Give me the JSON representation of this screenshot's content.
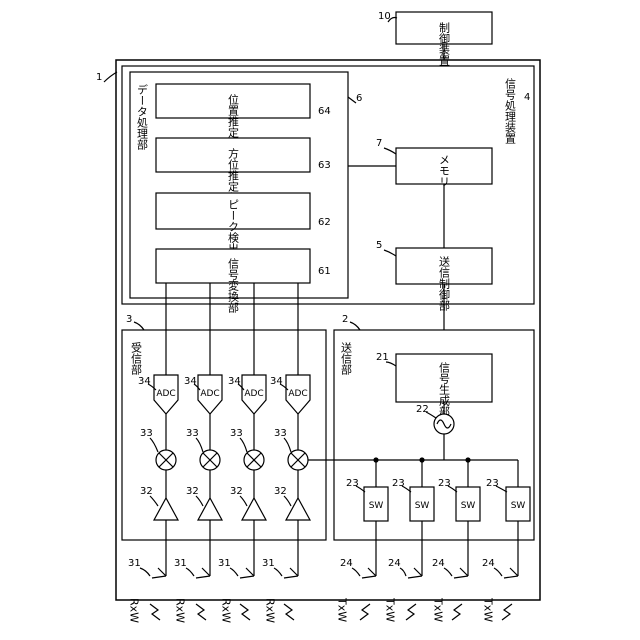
{
  "diagram": {
    "control_device": {
      "ref": "10",
      "label": "制御装置"
    },
    "radar_device": {
      "ref": "1"
    },
    "signal_processor": {
      "ref": "4",
      "label": "信号処理装置"
    },
    "data_processor": {
      "ref": "6",
      "label": "データ処理部"
    },
    "position_estimator": {
      "ref": "64",
      "label": "位置推定部"
    },
    "direction_estimator": {
      "ref": "63",
      "label": "方位推定部"
    },
    "peak_detector": {
      "ref": "62",
      "label": "ピーク検出部"
    },
    "signal_converter": {
      "ref": "61",
      "label": "信号変換部"
    },
    "memory": {
      "ref": "7",
      "label": "メモリ"
    },
    "tx_controller": {
      "ref": "5",
      "label": "送信制御部"
    },
    "receiver": {
      "ref": "3",
      "label": "受信部"
    },
    "transmitter": {
      "ref": "2",
      "label": "送信部"
    },
    "signal_generator": {
      "ref": "21",
      "label": "信号生成部"
    },
    "oscillator_ref": "22",
    "adc": {
      "ref": "34",
      "label": "ADC"
    },
    "mixer_ref": "33",
    "amp_ref": "32",
    "switch": {
      "ref": "23",
      "label": "SW"
    },
    "rx_antenna": {
      "ref": "31",
      "label": "RxW"
    },
    "tx_antenna": {
      "ref": "24",
      "label": "TxW"
    }
  }
}
